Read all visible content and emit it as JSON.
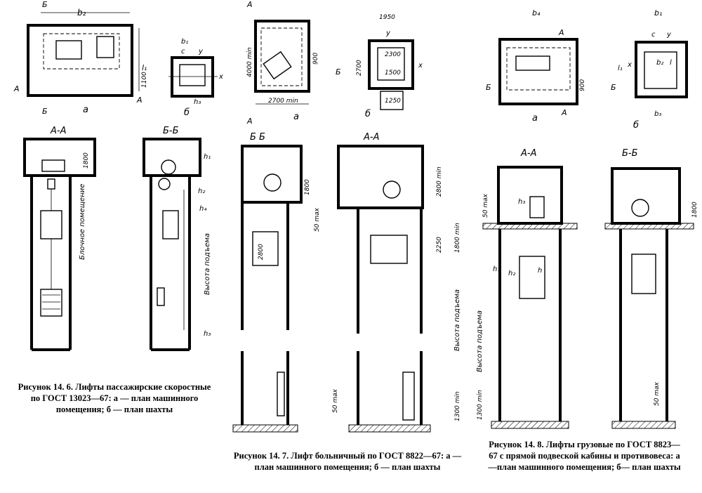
{
  "figures": [
    {
      "id": "fig-14-6",
      "caption": "Рисунок 14. 6. Лифты пассажирские скоростные по ГОСТ 13023—67: а — план машинного помещения; б — план шахты",
      "labels": {
        "sub_a": "а",
        "sub_b": "б",
        "b2": "b₂",
        "b1": "b₁",
        "l1": "l₁",
        "h3": "h₃",
        "c": "c",
        "y": "y",
        "x": "x",
        "dim_1100": "1100",
        "sec_aa": "А-А",
        "sec_bb": "Б-Б",
        "arrow_a": "А",
        "arrow_b": "Б",
        "dim_1800": "1800",
        "h1": "h₁",
        "h2": "h₂",
        "h4": "h₄",
        "block_room": "Блочное помещение",
        "lift_height": "Высота подъема"
      }
    },
    {
      "id": "fig-14-7",
      "caption": "Рисунок 14. 7. Лифт больничный по ГОСТ 8822—67: а —план машинного помещения; б — план шахты",
      "labels": {
        "sub_a": "a",
        "sub_b": "б",
        "dim_4000min": "4000 min",
        "dim_2700min": "2700 min",
        "dim_900": "900",
        "dim_1950": "1950",
        "dim_2700": "2700",
        "dim_2300": "2300",
        "dim_1500": "1500",
        "dim_1250": "1250",
        "y": "y",
        "x": "x",
        "sec_bb": "Б Б",
        "sec_aa": "А-А",
        "arrow_a": "А",
        "arrow_b": "Б",
        "dim_1800": "1800",
        "dim_2800min": "2800 min",
        "dim_50max": "50 max",
        "dim_2800": "2800",
        "dim_2250": "2250",
        "dim_1800min": "1800 min",
        "lift_height": "Высота подъема",
        "dim_1300min": "1300 min"
      }
    },
    {
      "id": "fig-14-8",
      "caption": "Рисунок 14. 8. Лифты грузовые по ГОСТ 8823—67 с прямой подвеской кабины и противовеса: а —план машинного помещения; б— план шахты",
      "labels": {
        "sub_a": "a",
        "sub_b": "б",
        "b4": "b₄",
        "b1": "b₁",
        "b2": "b₂",
        "b3": "b₃",
        "l1": "l₁",
        "l": "l",
        "c": "c",
        "y": "y",
        "x": "x",
        "dim_900": "900",
        "sec_aa": "А-А",
        "sec_bb": "Б-Б",
        "arrow_a": "А",
        "arrow_b": "Б",
        "dim_50max": "50 max",
        "h3": "h₃",
        "h1": "h₁",
        "h2": "h₂",
        "h": "h",
        "dim_1800": "1800",
        "lift_height": "Высота подъема",
        "dim_1300min": "1300 min"
      }
    }
  ]
}
